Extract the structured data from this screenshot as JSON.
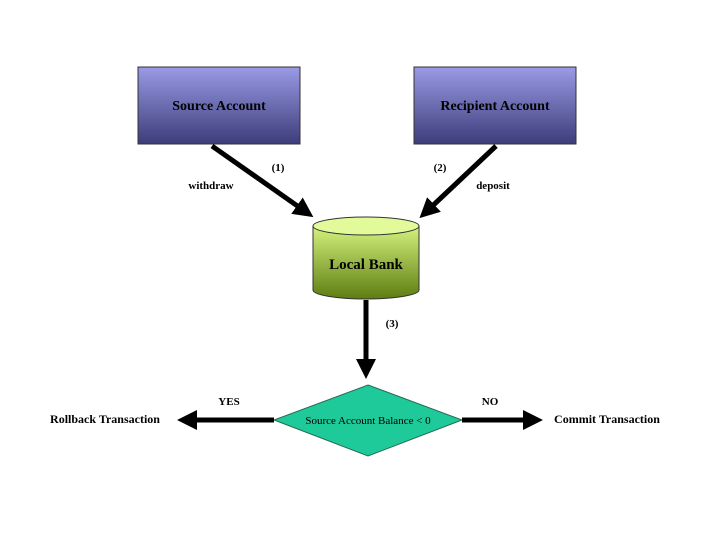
{
  "nodes": {
    "source_account": "Source Account",
    "recipient_account": "Recipient Account",
    "local_bank": "Local Bank",
    "decision": "Source Account Balance < 0",
    "rollback": "Rollback Transaction",
    "commit": "Commit Transaction"
  },
  "edges": {
    "step1": "(1)",
    "step2": "(2)",
    "step3": "(3)",
    "withdraw": "withdraw",
    "deposit": "deposit",
    "yes": "YES",
    "no": "NO"
  },
  "colors": {
    "account_box_top": "#9a9ae6",
    "account_box_bottom": "#3d3d7a",
    "bank_top": "#d9f78a",
    "bank_bottom": "#5e7d12",
    "decision_fill": "#1ec99a",
    "arrow": "#000000"
  }
}
